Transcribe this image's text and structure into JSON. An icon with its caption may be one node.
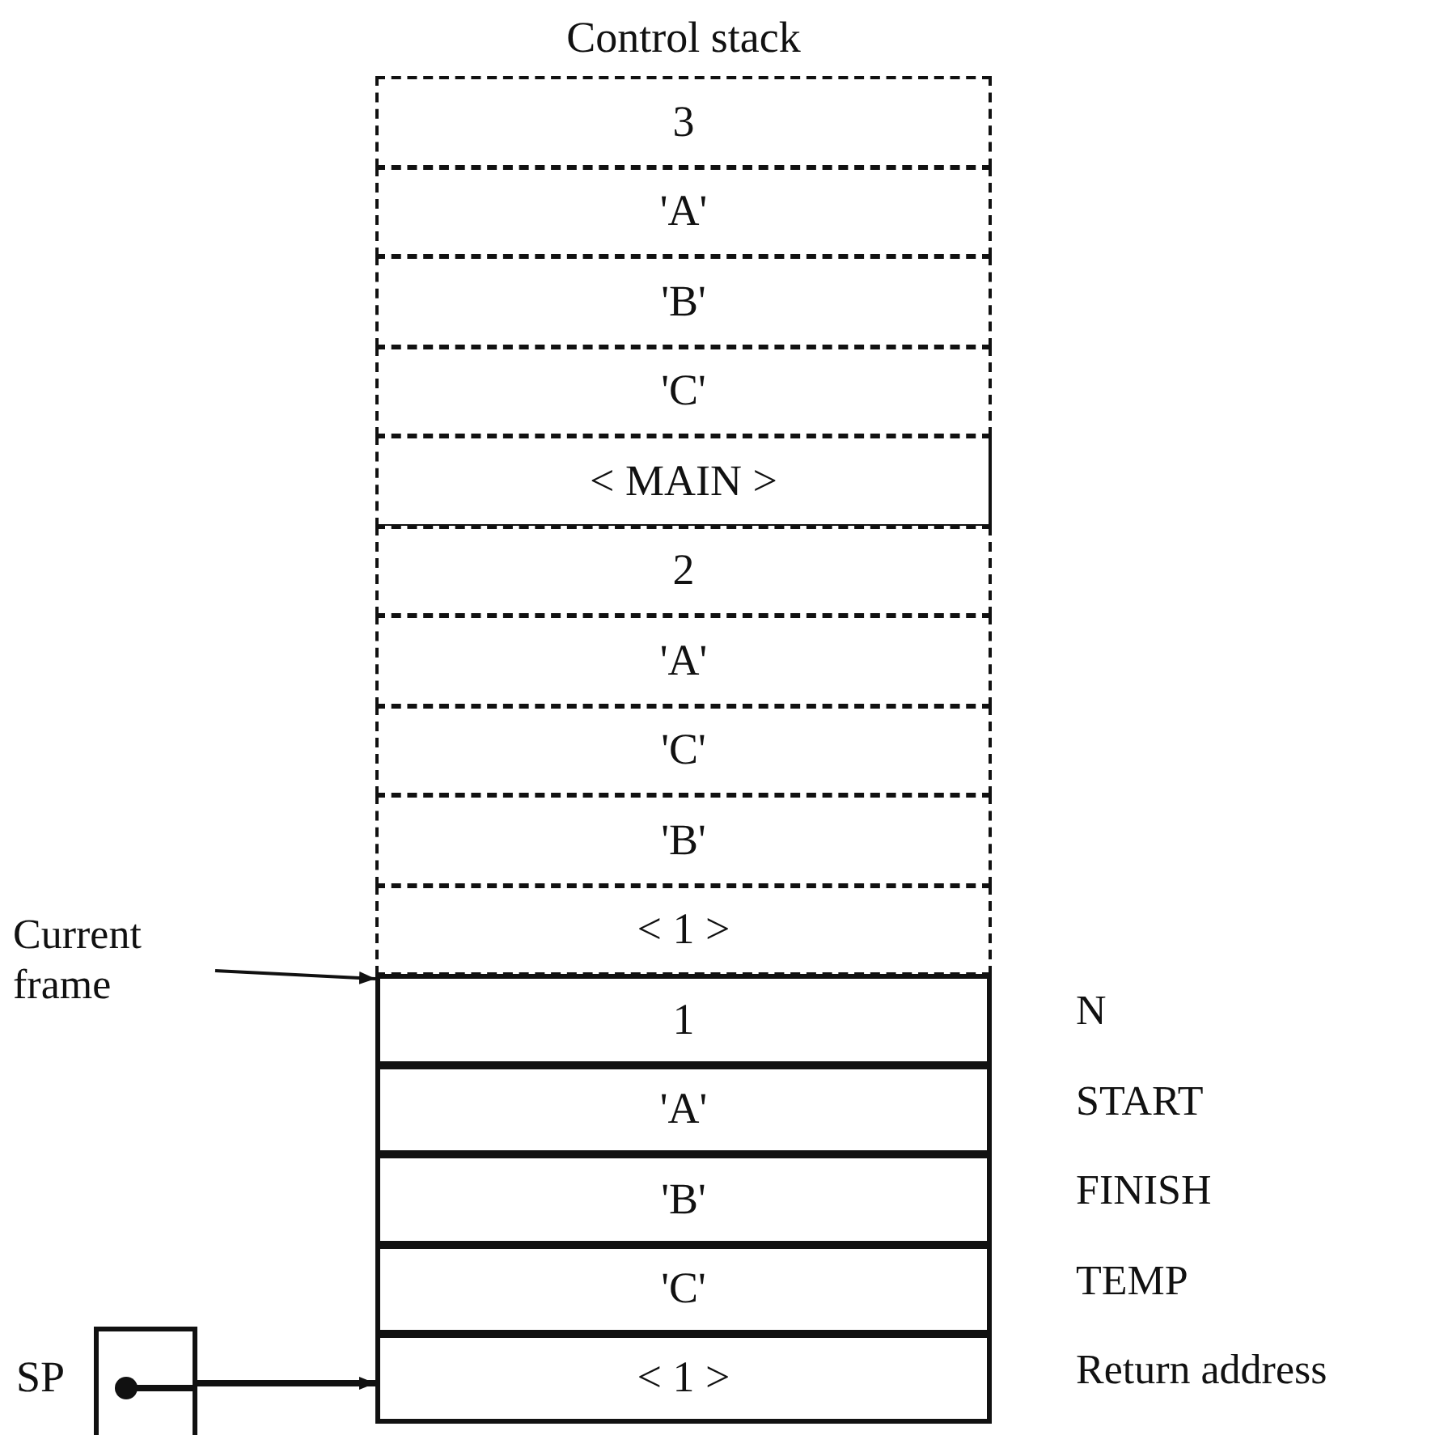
{
  "diagram": {
    "title": "Control stack",
    "nodes": [
      {
        "text": [
          "3"
        ]
      },
      {
        "text": [
          "'A'"
        ]
      },
      {
        "text": [
          "'B'"
        ]
      },
      {
        "text": [
          "'C'"
        ]
      },
      {
        "text": [
          "< MAIN >"
        ]
      },
      {
        "text": [
          "2"
        ]
      },
      {
        "text": [
          "'A'"
        ]
      },
      {
        "text": [
          "'C'"
        ]
      },
      {
        "text": [
          "'B'"
        ]
      },
      {
        "text": [
          "< 1 >"
        ]
      },
      {
        "text": [
          "1"
        ],
        "beside": [
          "N"
        ]
      },
      {
        "text": [
          "'A'"
        ],
        "beside": [
          "START"
        ]
      },
      {
        "text": [
          "'B'"
        ],
        "beside": [
          "FINISH"
        ]
      },
      {
        "text": [
          "'C'"
        ],
        "beside": [
          "TEMP"
        ]
      },
      {
        "text": [
          "< 1 >"
        ],
        "beside": [
          "Return address"
        ]
      },
      {
        "text": [
          "Current frame"
        ]
      },
      {
        "text": [
          "SP"
        ]
      }
    ],
    "edges": [
      {
        "from": 15,
        "to": 10,
        "arrow": "to"
      },
      {
        "from": 16,
        "to": 14,
        "arrow": "to",
        "style": "thick"
      }
    ]
  }
}
